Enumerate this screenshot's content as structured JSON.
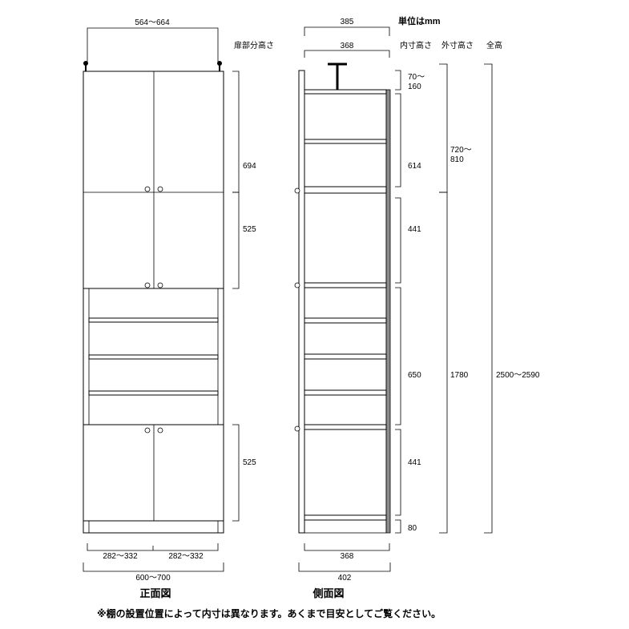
{
  "header": {
    "unit_note": "単位はmm",
    "col_door_height": "扉部分高さ",
    "col_inner_height": "内寸高さ",
    "col_outer_height": "外寸高さ",
    "col_total_height": "全高"
  },
  "front": {
    "top_width": "564〜664",
    "door_heights": [
      "694",
      "525",
      "525"
    ],
    "bottom_widths": [
      "282〜332",
      "282〜332"
    ],
    "total_width": "600〜700",
    "caption": "正面図"
  },
  "side": {
    "outer_depth": "385",
    "inner_depth": "368",
    "inner_heights": [
      "70〜\n160",
      "614",
      "441",
      "650",
      "441",
      "80"
    ],
    "outer_heights": [
      "720〜\n810",
      "1780"
    ],
    "total_height": "2500〜2590",
    "bottom_inner_depth": "368",
    "bottom_outer_depth": "402",
    "caption": "側面図"
  },
  "footnote": "※棚の設置位置によって内寸は異なります。あくまで目安としてご覧ください。"
}
